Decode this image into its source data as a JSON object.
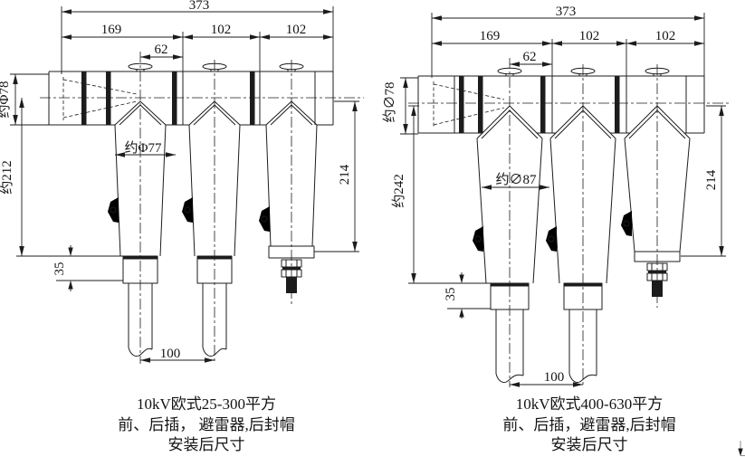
{
  "page": {
    "background": "#ffffff",
    "line_color": "#1c1c1c"
  },
  "diagrams": {
    "left": {
      "dims": {
        "total_width": "373",
        "section_1": "169",
        "section_2": "102",
        "section_3": "102",
        "elbow_offset": "62",
        "rear_plug_diameter": "约Φ78",
        "overall_height": "约212",
        "body_diameter": "约Φ77",
        "arrester_height": "214",
        "gland_height": "35",
        "phase_spacing": "100"
      },
      "caption": {
        "line1": "10kV欧式25-300平方",
        "line2": "前、后插， 避雷器,后封帽",
        "line3": "安装后尺寸"
      }
    },
    "right": {
      "dims": {
        "total_width": "373",
        "section_1": "169",
        "section_2": "102",
        "section_3": "102",
        "elbow_offset": "62",
        "rear_plug_diameter": "约∅78",
        "overall_height": "约242",
        "body_diameter": "约∅87",
        "arrester_height": "214",
        "gland_height": "35",
        "phase_spacing": "100"
      },
      "caption": {
        "line1": "10kV欧式400-630平方",
        "line2": "前、后插，避雷器,后封帽",
        "line3": "安装后尺寸"
      }
    }
  }
}
